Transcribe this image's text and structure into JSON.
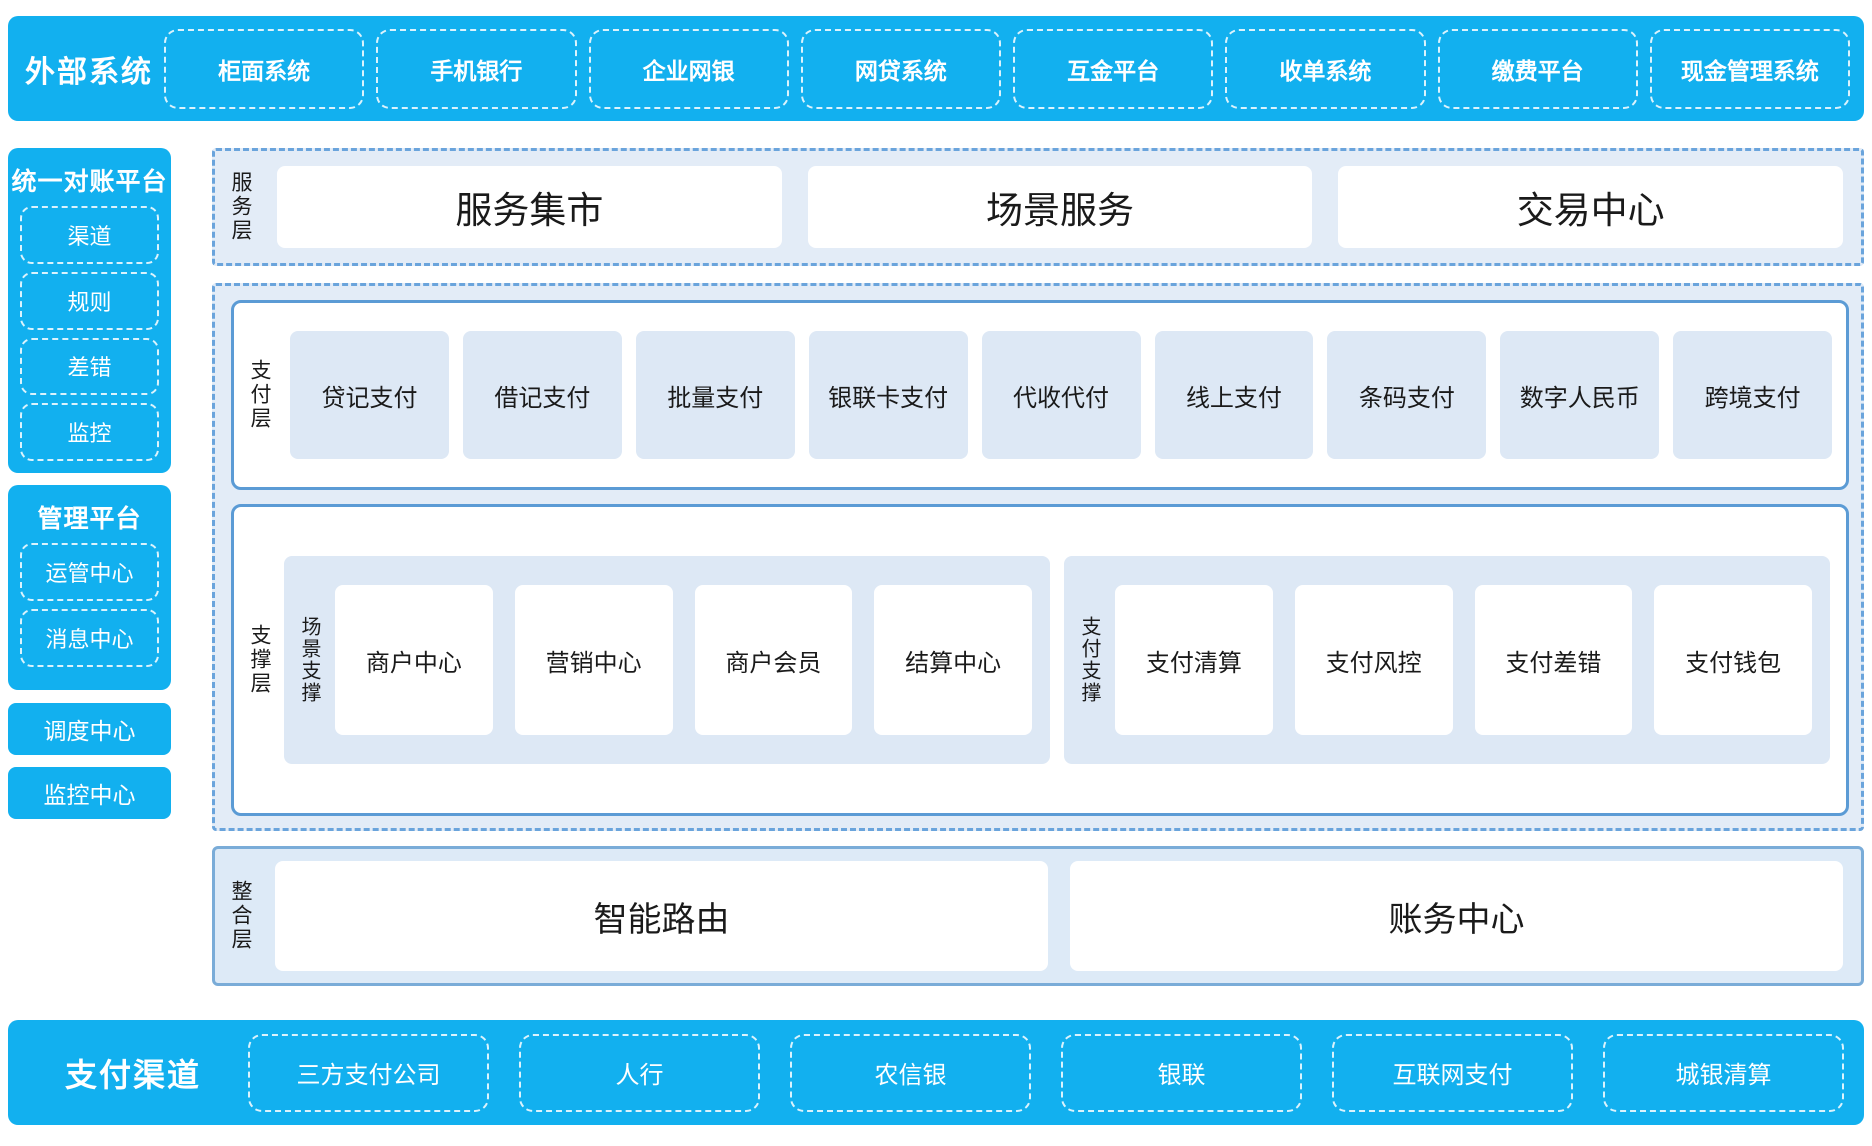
{
  "external": {
    "title": "外部系统",
    "items": [
      "柜面系统",
      "手机银行",
      "企业网银",
      "网贷系统",
      "互金平台",
      "收单系统",
      "缴费平台",
      "现金管理系统"
    ]
  },
  "sidebar": {
    "reconcile_platform": {
      "title": "统一对账平台",
      "items": [
        "渠道",
        "规则",
        "差错",
        "监控"
      ]
    },
    "manage_platform": {
      "title": "管理平台",
      "items": [
        "运管中心",
        "消息中心"
      ]
    },
    "standalone": [
      "调度中心",
      "监控中心"
    ]
  },
  "service_layer": {
    "label": "服务层",
    "cards": [
      "服务集市",
      "场景服务",
      "交易中心"
    ]
  },
  "payment_layer": {
    "label": "支付层",
    "tiles": [
      "贷记支付",
      "借记支付",
      "批量支付",
      "银联卡支付",
      "代收代付",
      "线上支付",
      "条码支付",
      "数字人民币",
      "跨境支付"
    ]
  },
  "support_layer": {
    "label": "支撑层",
    "groups": [
      {
        "label": "场景支撑",
        "cards": [
          "商户中心",
          "营销中心",
          "商户会员",
          "结算中心"
        ]
      },
      {
        "label": "支付支撑",
        "cards": [
          "支付清算",
          "支付风控",
          "支付差错",
          "支付钱包"
        ]
      }
    ]
  },
  "integration_layer": {
    "label": "整合层",
    "cards": [
      "智能路由",
      "账务中心"
    ]
  },
  "channel": {
    "title": "支付渠道",
    "items": [
      "三方支付公司",
      "人行",
      "农信银",
      "银联",
      "互联网支付",
      "城银清算"
    ]
  },
  "colors": {
    "brand_blue": "#12b0ef",
    "pale_blue_fill": "#e3ecf7",
    "dashed_border": "#6aa4dc",
    "box_border": "#5b9bd5",
    "tile_fill": "#dde8f5"
  }
}
